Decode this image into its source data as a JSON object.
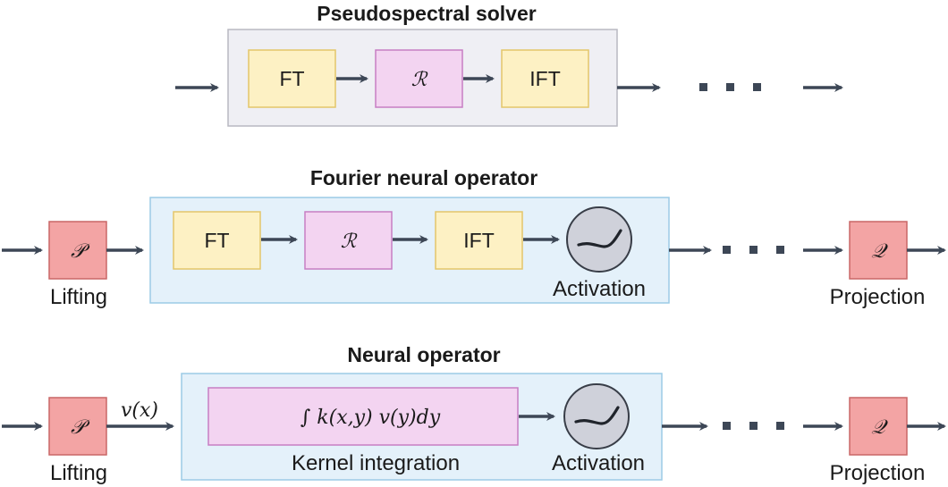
{
  "colors": {
    "frame_gray_fill": "#efeff4",
    "frame_gray_stroke": "#b9b9c2",
    "frame_blue_fill": "#e4f1fa",
    "frame_blue_stroke": "#9ccbe6",
    "ft_fill": "#fdf1c4",
    "ft_stroke": "#e3c66a",
    "r_fill": "#f3d4f1",
    "r_stroke": "#c77ec3",
    "pq_fill": "#f3a4a4",
    "pq_stroke": "#c96767",
    "activation_fill": "#cfd1da",
    "activation_stroke": "#383d47",
    "arrow": "#3d4756"
  },
  "pseudospectral": {
    "title": "Pseudospectral solver",
    "ft": "FT",
    "r": "ℛ",
    "ift": "IFT"
  },
  "fno": {
    "title": "Fourier neural operator",
    "p": "𝒫",
    "lifting": "Lifting",
    "ft": "FT",
    "r": "ℛ",
    "ift": "IFT",
    "activation": "Activation",
    "q": "𝒬",
    "projection": "Projection"
  },
  "neural_operator": {
    "title": "Neural operator",
    "p": "𝒫",
    "lifting": "Lifting",
    "v_label": "v(x)",
    "kernel_formula": "∫ k(x,y) v(y)dy",
    "kernel_label": "Kernel integration",
    "activation": "Activation",
    "q": "𝒬",
    "projection": "Projection"
  }
}
